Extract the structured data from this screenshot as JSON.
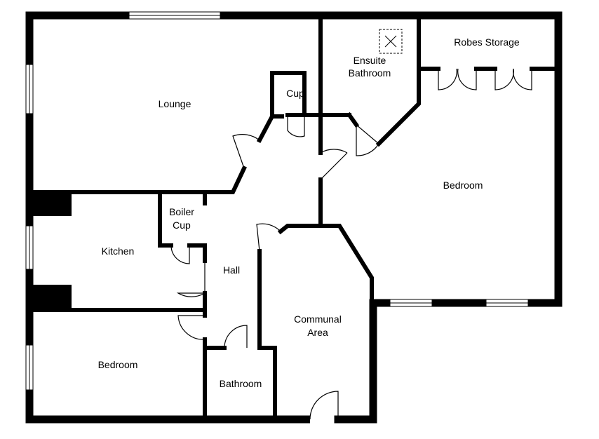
{
  "rooms": {
    "lounge": "Lounge",
    "cup": "Cup",
    "ensuite_line1": "Ensuite",
    "ensuite_line2": "Bathroom",
    "robes_storage": "Robes Storage",
    "bedroom_main": "Bedroom",
    "boiler_line1": "Boiler",
    "boiler_line2": "Cup",
    "kitchen": "Kitchen",
    "hall": "Hall",
    "communal_line1": "Communal",
    "communal_line2": "Area",
    "bedroom_second": "Bedroom",
    "bathroom": "Bathroom"
  },
  "icons": {
    "skylight": "skylight-icon"
  },
  "colors": {
    "wall": "#000000",
    "background": "#ffffff",
    "window_glass": "#ffffff"
  }
}
